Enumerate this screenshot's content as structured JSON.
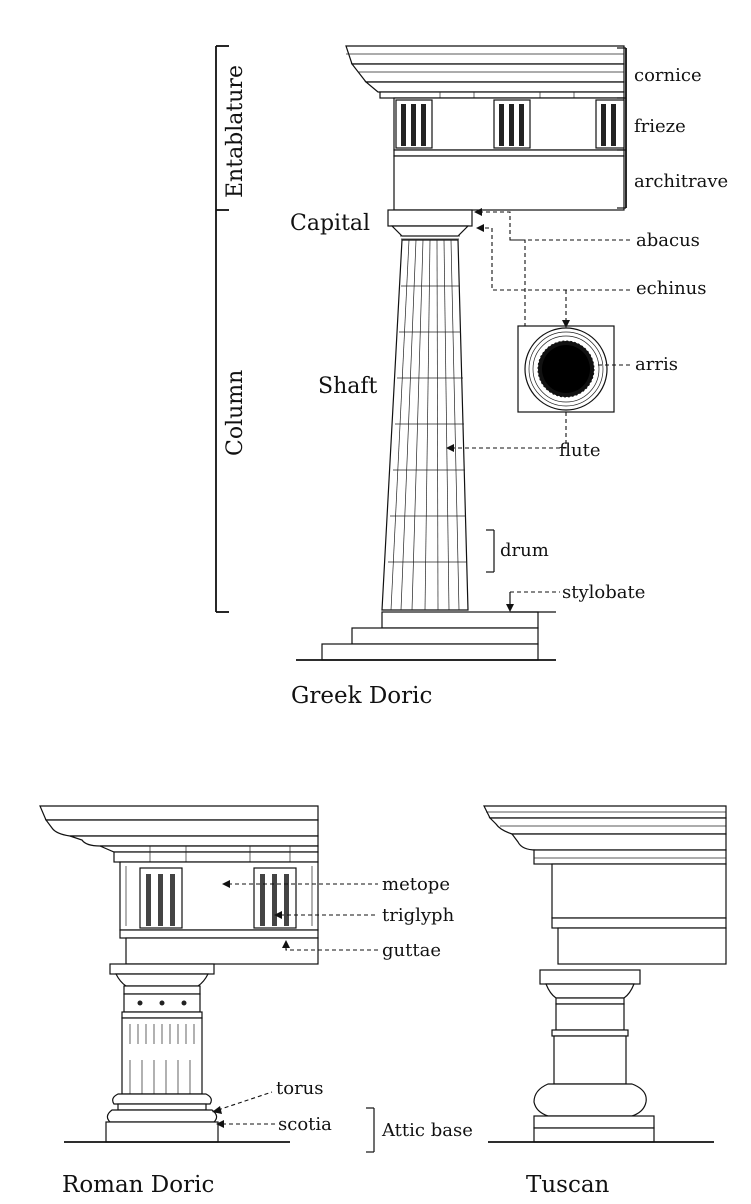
{
  "greek": {
    "sections": {
      "entablature": "Entablature",
      "column": "Column"
    },
    "parts": {
      "capital": "Capital",
      "shaft": "Shaft"
    },
    "labels": {
      "cornice": "cornice",
      "frieze": "frieze",
      "architrave": "architrave",
      "abacus": "abacus",
      "echinus": "echinus",
      "arris": "arris",
      "flute": "flute",
      "drum": "drum",
      "stylobate": "stylobate"
    },
    "caption": "Greek Doric"
  },
  "roman": {
    "labels": {
      "metope": "metope",
      "triglyph": "triglyph",
      "guttae": "guttae",
      "torus": "torus",
      "scotia": "scotia",
      "attic_base": "Attic base"
    },
    "caption": "Roman Doric"
  },
  "tuscan": {
    "caption": "Tuscan"
  }
}
